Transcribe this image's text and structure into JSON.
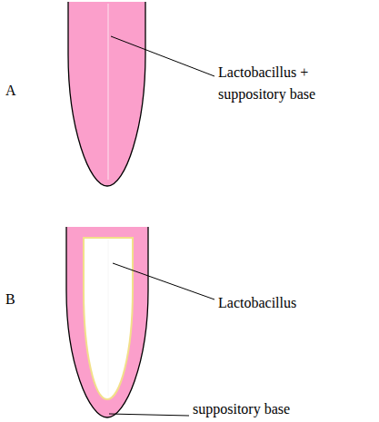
{
  "diagram": {
    "labels": [
      "A",
      "Lactobacillus + suppository base",
      "B",
      "Lactobacillus",
      "suppository base"
    ]
  }
}
